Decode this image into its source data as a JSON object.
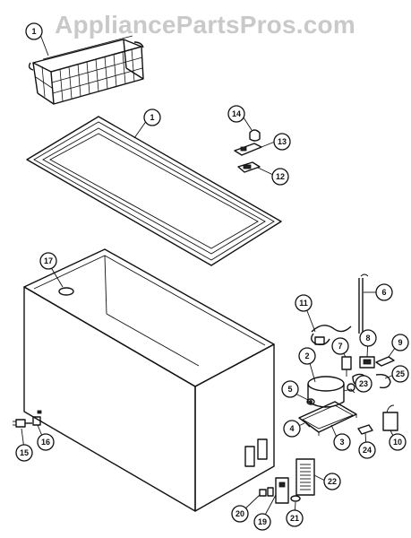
{
  "watermark": "AppliancePartsPros.com",
  "callouts": [
    {
      "id": "c-basket",
      "label": "1"
    },
    {
      "id": "c-1",
      "label": "1"
    },
    {
      "id": "c-14",
      "label": "14"
    },
    {
      "id": "c-13",
      "label": "13"
    },
    {
      "id": "c-12",
      "label": "12"
    },
    {
      "id": "c-17",
      "label": "17"
    },
    {
      "id": "c-11",
      "label": "11"
    },
    {
      "id": "c-6",
      "label": "6"
    },
    {
      "id": "c-7",
      "label": "7"
    },
    {
      "id": "c-8",
      "label": "8"
    },
    {
      "id": "c-9",
      "label": "9"
    },
    {
      "id": "c-2",
      "label": "2"
    },
    {
      "id": "c-25",
      "label": "25"
    },
    {
      "id": "c-5",
      "label": "5"
    },
    {
      "id": "c-23",
      "label": "23"
    },
    {
      "id": "c-4",
      "label": "4"
    },
    {
      "id": "c-3",
      "label": "3"
    },
    {
      "id": "c-24",
      "label": "24"
    },
    {
      "id": "c-10",
      "label": "10"
    },
    {
      "id": "c-15",
      "label": "15"
    },
    {
      "id": "c-16",
      "label": "16"
    },
    {
      "id": "c-22",
      "label": "22"
    },
    {
      "id": "c-20",
      "label": "20"
    },
    {
      "id": "c-19",
      "label": "19"
    },
    {
      "id": "c-21",
      "label": "21"
    }
  ]
}
